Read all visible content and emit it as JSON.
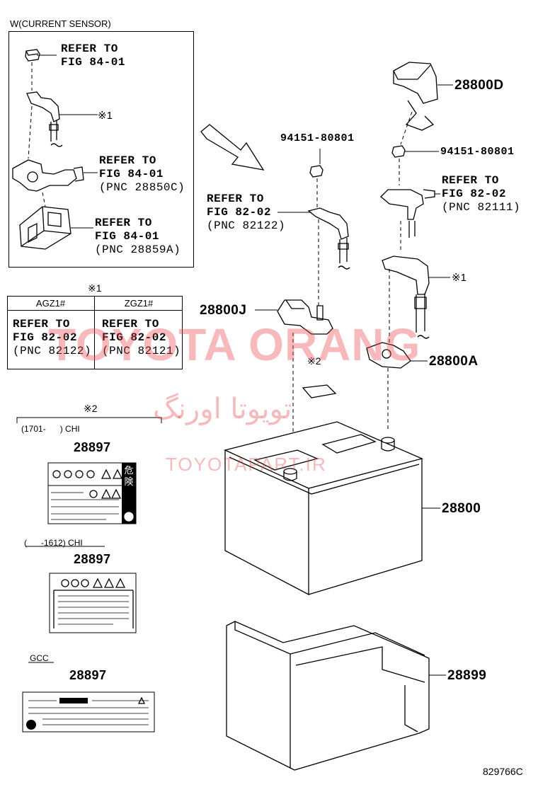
{
  "header_label": "W(CURRENT SENSOR)",
  "inset": {
    "refer1": [
      "REFER TO",
      "FIG 84-01"
    ],
    "ref_mark": "※1",
    "refer2": [
      "REFER TO",
      "FIG 84-01",
      "(PNC 28850C)"
    ],
    "refer3": [
      "REFER TO",
      "FIG 84-01",
      "(PNC 28859A)"
    ]
  },
  "parts": {
    "p28800D": "28800D",
    "p94151_center": "94151-80801",
    "p94151_right": "94151-80801",
    "refer_left": [
      "REFER TO",
      "FIG 82-02",
      "(PNC 82122)"
    ],
    "refer_right": [
      "REFER TO",
      "FIG 82-02",
      "(PNC 82111)"
    ],
    "mark1_right": "※1",
    "p28800J": "28800J",
    "p28800A": "28800A",
    "mark2_center": "※2",
    "p28800": "28800",
    "p28899": "28899"
  },
  "table": {
    "mark": "※1",
    "col1_header": "AGZ1#",
    "col2_header": "ZGZ1#",
    "col1": [
      "REFER TO",
      "FIG 82-02",
      "(PNC 82122)"
    ],
    "col2": [
      "REFER TO",
      "FIG 82-02",
      "(PNC 82121)"
    ]
  },
  "labels": {
    "mark2": "※2",
    "range1": "(1701-      ) CHI",
    "part_a": "28897",
    "range2": "(      -1612) CHI",
    "part_b": "28897",
    "gcc": "GCC",
    "part_c": "28897",
    "jp_text": [
      "危",
      "険"
    ]
  },
  "watermark": {
    "en": "TOYOTA ORANG",
    "fa": "تویوتا اورنگ",
    "url": "TOYOTAPART.IR"
  },
  "figure_id": "829766C"
}
